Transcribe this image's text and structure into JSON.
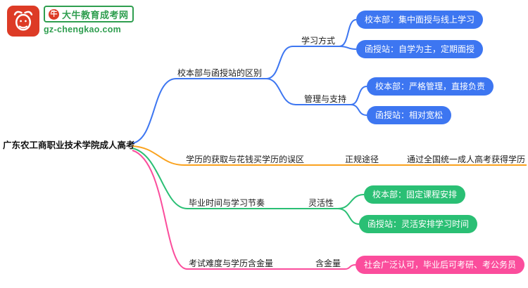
{
  "logo": {
    "brand": "大牛教育成考网",
    "domain": "gz-chengkao.com",
    "bull_glyph": "牛"
  },
  "root": "广东农工商职业技术学院成人高考",
  "colors": {
    "blue": "#3d76f1",
    "orange": "#faa21e",
    "green": "#2abf74",
    "pink": "#fb4d9c"
  },
  "b1": {
    "label": "校本部与函授站的区别",
    "s1": {
      "label": "学习方式",
      "leaf1": "校本部：集中面授与线上学习",
      "leaf2": "函授站：自学为主，定期面授"
    },
    "s2": {
      "label": "管理与支持",
      "leaf1": "校本部：严格管理，直接负责",
      "leaf2": "函授站：相对宽松"
    }
  },
  "b2": {
    "label": "学历的获取与花钱买学历的误区",
    "s1": {
      "label": "正规途径",
      "leaf1": "通过全国统一成人高考获得学历"
    }
  },
  "b3": {
    "label": "毕业时间与学习节奏",
    "s1": {
      "label": "灵活性",
      "leaf1": "校本部：固定课程安排",
      "leaf2": "函授站：灵活安排学习时间"
    }
  },
  "b4": {
    "label": "考试难度与学历含金量",
    "s1": {
      "label": "含金量",
      "leaf1": "社会广泛认可，毕业后可考研、考公务员"
    }
  }
}
